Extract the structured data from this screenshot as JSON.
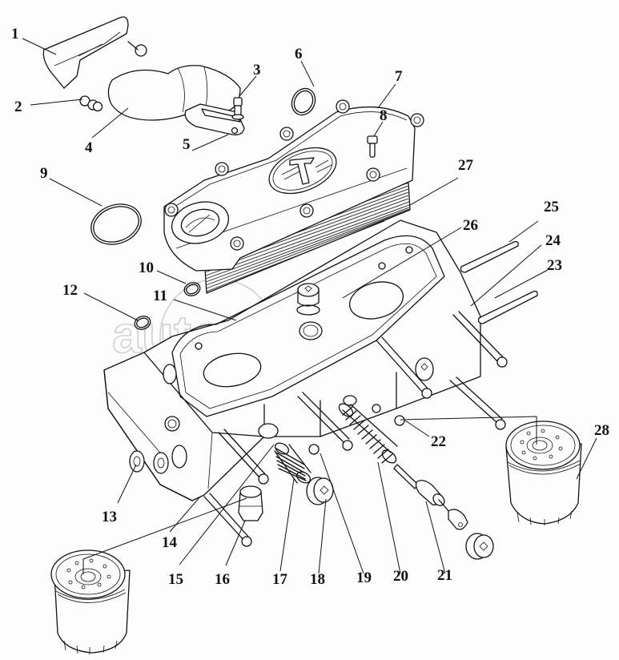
{
  "diagram": {
    "type": "exploded-parts-view",
    "subject": "oil cooler and oil filter housing assembly",
    "watermark": "autopiter.ru",
    "callouts": [
      {
        "id": "1",
        "label": "1"
      },
      {
        "id": "2",
        "label": "2"
      },
      {
        "id": "3",
        "label": "3"
      },
      {
        "id": "4",
        "label": "4"
      },
      {
        "id": "5",
        "label": "5"
      },
      {
        "id": "6",
        "label": "6"
      },
      {
        "id": "7",
        "label": "7"
      },
      {
        "id": "8",
        "label": "8"
      },
      {
        "id": "9",
        "label": "9"
      },
      {
        "id": "10",
        "label": "10"
      },
      {
        "id": "11",
        "label": "11"
      },
      {
        "id": "12",
        "label": "12"
      },
      {
        "id": "13",
        "label": "13"
      },
      {
        "id": "14",
        "label": "14"
      },
      {
        "id": "15",
        "label": "15"
      },
      {
        "id": "16",
        "label": "16"
      },
      {
        "id": "17",
        "label": "17"
      },
      {
        "id": "18",
        "label": "18"
      },
      {
        "id": "19",
        "label": "19"
      },
      {
        "id": "20",
        "label": "20"
      },
      {
        "id": "21",
        "label": "21"
      },
      {
        "id": "22",
        "label": "22"
      },
      {
        "id": "23",
        "label": "23"
      },
      {
        "id": "24",
        "label": "24"
      },
      {
        "id": "25",
        "label": "25"
      },
      {
        "id": "26",
        "label": "26"
      },
      {
        "id": "27",
        "label": "27"
      },
      {
        "id": "28",
        "label": "28"
      }
    ]
  }
}
